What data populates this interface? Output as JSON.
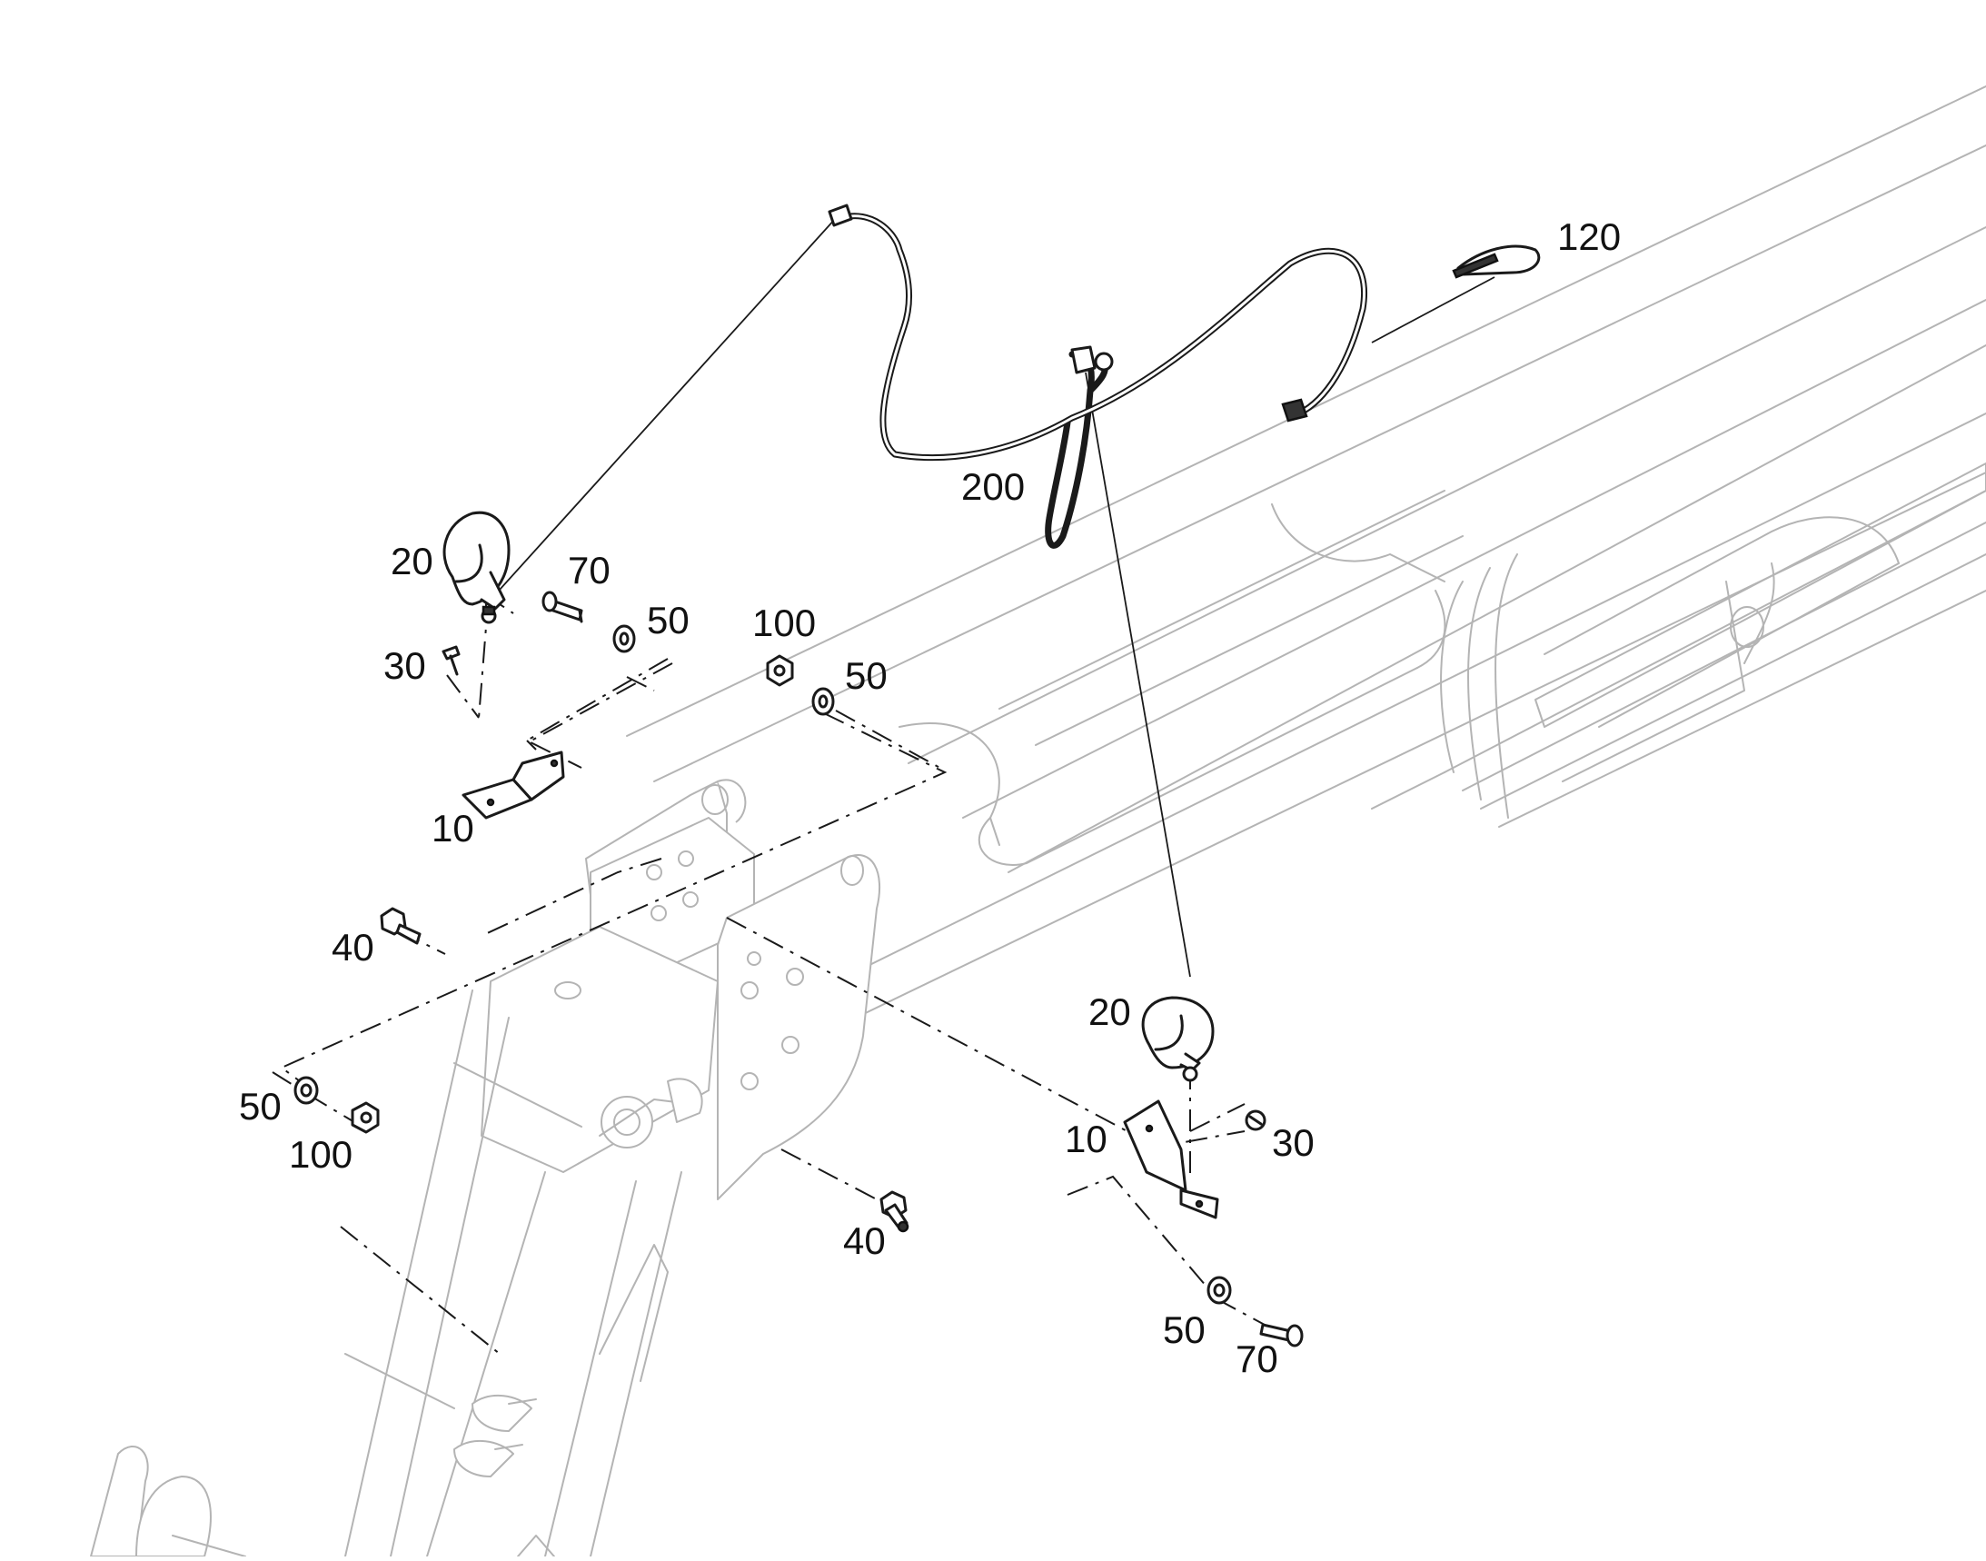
{
  "diagram": {
    "callouts": {
      "harness": "200",
      "cable_tie": "120",
      "lamp_left": "20",
      "lamp_right": "20",
      "screw_left": "70",
      "screw_right": "70",
      "washer_left_top": "50",
      "washer_center": "50",
      "washer_left_bottom": "50",
      "washer_right_bottom": "50",
      "nut_center": "100",
      "nut_left_bottom": "100",
      "pin_left": "30",
      "pin_right": "30",
      "bracket_left": "10",
      "bracket_right": "10",
      "bolt_left": "40",
      "bolt_bottom": "40"
    }
  }
}
